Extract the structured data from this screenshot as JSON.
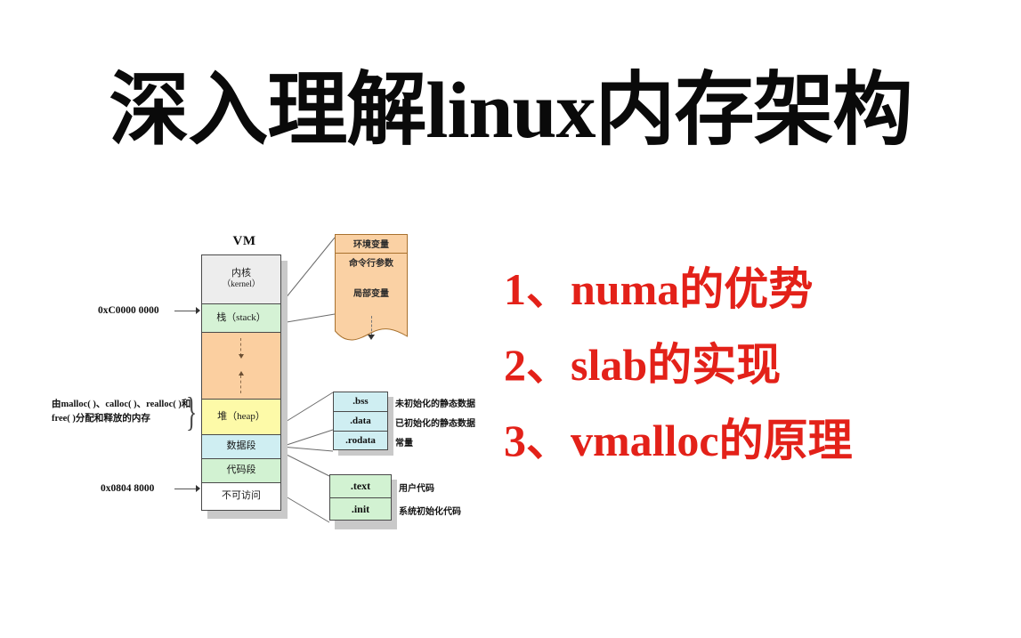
{
  "title": "深入理解linux内存架构",
  "agenda": [
    {
      "index": "1、",
      "text": "numa的优势"
    },
    {
      "index": "2、",
      "text": "slab的实现"
    },
    {
      "index": "3、",
      "text": "vmalloc的原理"
    }
  ],
  "colors": {
    "title": "#0a0a0a",
    "agenda_red": "#e32119",
    "kernel": "#ededed",
    "stack": "#d5f2d5",
    "free_zone": "#fbcfa0",
    "heap": "#fdfaa8",
    "data_segment": "#cfeef2",
    "code_segment": "#d2f2d2",
    "inaccessible": "#ffffff",
    "callout_stack": "#fad1a4",
    "callout_data": "#cfeef2",
    "callout_code": "#d2f2d2"
  },
  "diagram": {
    "vm_label": "VM",
    "segments": [
      {
        "line1": "内核",
        "line2": "（kernel）"
      },
      {
        "line1": "栈（stack）",
        "line2": ""
      },
      {
        "line1": "",
        "line2": ""
      },
      {
        "line1": "堆（heap）",
        "line2": ""
      },
      {
        "line1": "数据段",
        "line2": ""
      },
      {
        "line1": "代码段",
        "line2": ""
      },
      {
        "line1": "不可访问",
        "line2": ""
      }
    ],
    "addresses": [
      {
        "label": "0xC0000 0000"
      },
      {
        "label": "0x0804 8000"
      }
    ],
    "malloc_note": "由malloc( )、calloc( )、realloc( )和free( )分配和释放的内存",
    "stack_callout": {
      "rows": [
        "环境变量",
        "命令行参数"
      ],
      "body": "局部变量"
    },
    "data_callout": {
      "rows": [
        {
          "name": ".bss",
          "desc": "未初始化的静态数据"
        },
        {
          "name": ".data",
          "desc": "已初始化的静态数据"
        },
        {
          "name": ".rodata",
          "desc": "常量"
        }
      ]
    },
    "code_callout": {
      "rows": [
        {
          "name": ".text",
          "desc": "用户代码"
        },
        {
          "name": ".init",
          "desc": "系统初始化代码"
        }
      ]
    }
  }
}
